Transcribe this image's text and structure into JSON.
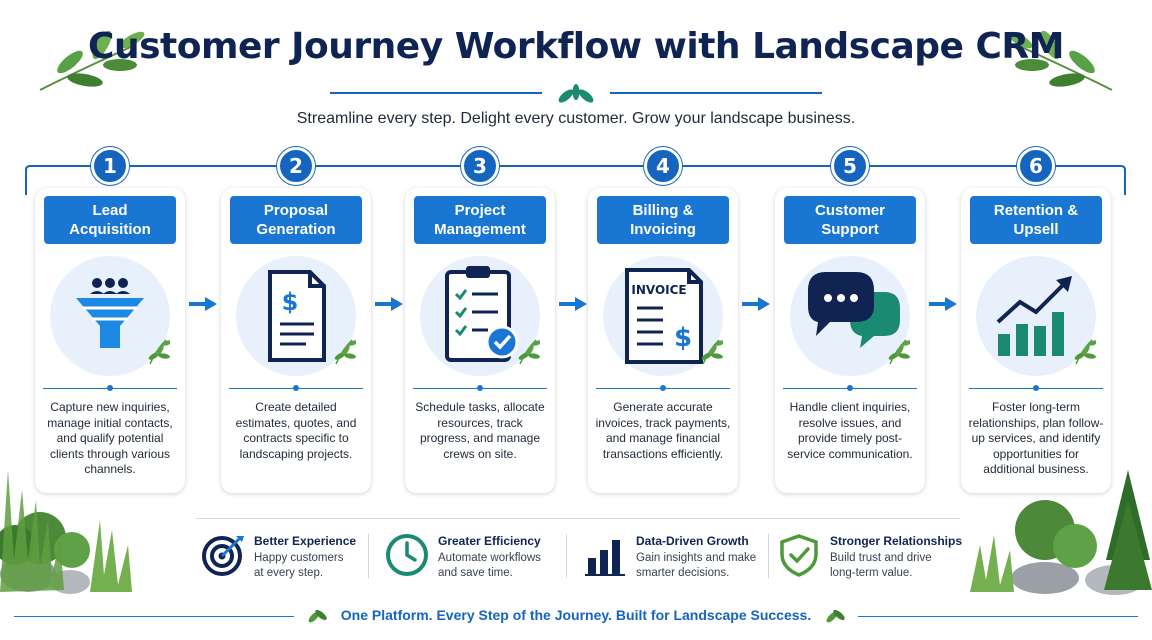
{
  "title": "Customer Journey Workflow with Landscape CRM",
  "subtitle": "Streamline every step. Delight every customer. Grow your landscape business.",
  "steps": [
    {
      "number": "1",
      "title": "Lead\nAcquisition",
      "icon": "funnel-people-icon",
      "description": "Capture new inquiries, manage initial contacts, and qualify potential clients through various channels."
    },
    {
      "number": "2",
      "title": "Proposal\nGeneration",
      "icon": "dollar-document-icon",
      "description": "Create detailed estimates, quotes, and contracts specific to landscaping projects."
    },
    {
      "number": "3",
      "title": "Project\nManagement",
      "icon": "checklist-clipboard-icon",
      "description": "Schedule tasks, allocate resources, track progress, and manage crews on site."
    },
    {
      "number": "4",
      "title": "Billing &\nInvoicing",
      "icon": "invoice-icon",
      "invoice_label": "INVOICE",
      "description": "Generate accurate invoices, track payments, and manage financial transactions efficiently."
    },
    {
      "number": "5",
      "title": "Customer\nSupport",
      "icon": "chat-bubbles-icon",
      "description": "Handle client inquiries, resolve issues, and provide timely post-service communication."
    },
    {
      "number": "6",
      "title": "Retention &\nUpsell",
      "icon": "growth-chart-icon",
      "description": "Foster long-term relationships, plan follow-up services, and identify opportunities for additional business."
    }
  ],
  "benefits": [
    {
      "title": "Better Experience",
      "text": "Happy customers\nat every step.",
      "icon": "target-icon"
    },
    {
      "title": "Greater Efficiency",
      "text": "Automate workflows\nand save time.",
      "icon": "clock-icon"
    },
    {
      "title": "Data-Driven Growth",
      "text": "Gain insights and make\nsmarter decisions.",
      "icon": "bar-chart-icon"
    },
    {
      "title": "Stronger Relationships",
      "text": "Build trust and drive\nlong-term value.",
      "icon": "shield-check-icon"
    }
  ],
  "footer": "One Platform. Every Step of the Journey. Built for Landscape Success.",
  "colors": {
    "navy": "#0f2452",
    "blue": "#1976d2",
    "teal": "#1b8a72",
    "leaf": "#4c9a3a",
    "light": "#e8f1fb"
  }
}
